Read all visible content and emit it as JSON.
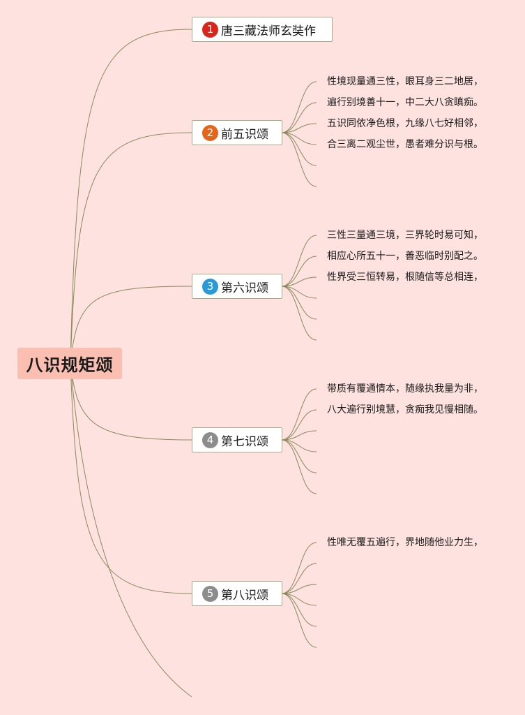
{
  "root": {
    "label": "八识规矩颂"
  },
  "branches": [
    {
      "number": "1",
      "color": "#d9261c",
      "label": "唐三藏法师玄奘作",
      "lines": []
    },
    {
      "number": "2",
      "color": "#e5651b",
      "label": "前五识颂",
      "lines": [
        "性境现量通三性，眼耳身三二地居，",
        "遍行别境善十一，中二大八贪瞋痴。",
        "五识同依净色根，九缘八七好相邻，",
        "合三离二观尘世，愚者难分识与根。"
      ]
    },
    {
      "number": "3",
      "color": "#2a9ad6",
      "label": "第六识颂",
      "lines": [
        "三性三量通三境，三界轮时易可知，",
        "相应心所五十一，善恶临时别配之。",
        "性界受三恒转易，根随信等总相连，"
      ]
    },
    {
      "number": "4",
      "color": "#8c8c8c",
      "label": "第七识颂",
      "lines": [
        "带质有覆通情本，随缘执我量为非，",
        "八大遍行别境慧，贪痴我见慢相随。"
      ]
    },
    {
      "number": "5",
      "color": "#8c8c8c",
      "label": "第八识颂",
      "lines": [
        "性唯无覆五遍行，界地随他业力生，"
      ]
    }
  ],
  "colors": {
    "background": "#fde2e0",
    "connector": "#8a8a5a",
    "root_fill": "#fbbfb1",
    "node_border": "#a9ab86"
  }
}
